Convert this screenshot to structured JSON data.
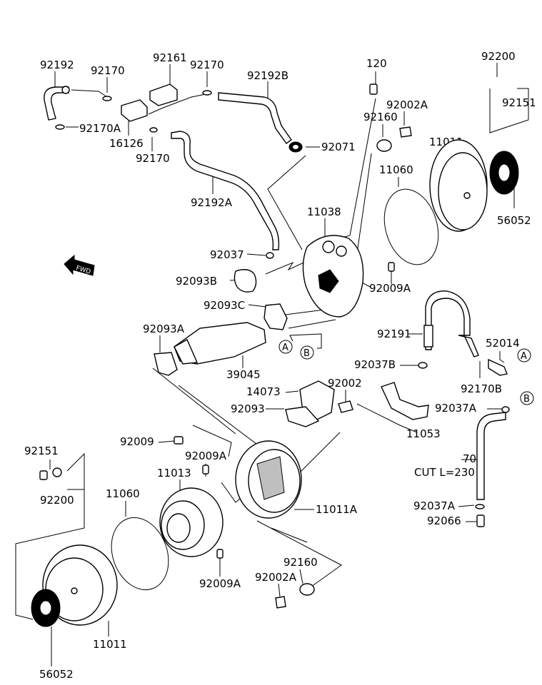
{
  "parts": [
    {
      "text": "92192"
    },
    {
      "text": "92170"
    },
    {
      "text": "92161"
    },
    {
      "text": "92170"
    },
    {
      "text": "92192B"
    },
    {
      "text": "120"
    },
    {
      "text": "92200"
    },
    {
      "text": "92151"
    },
    {
      "text": "92002A"
    },
    {
      "text": "92160"
    },
    {
      "text": "92170A"
    },
    {
      "text": "16126"
    },
    {
      "text": "92170"
    },
    {
      "text": "92071"
    },
    {
      "text": "11011"
    },
    {
      "text": "11060"
    },
    {
      "text": "92192A"
    },
    {
      "text": "11038"
    },
    {
      "text": "56052"
    },
    {
      "text": "92037"
    },
    {
      "text": "92093B"
    },
    {
      "text": "92009A"
    },
    {
      "text": "92093C"
    },
    {
      "text": "92093A"
    },
    {
      "text": "92191"
    },
    {
      "text": "52014"
    },
    {
      "text": "92037B"
    },
    {
      "text": "39045"
    },
    {
      "text": "92170B"
    },
    {
      "text": "92002"
    },
    {
      "text": "14073"
    },
    {
      "text": "92037A"
    },
    {
      "text": "92093"
    },
    {
      "text": "11053"
    },
    {
      "text": "92009"
    },
    {
      "text": "92151"
    },
    {
      "text": "92009A"
    },
    {
      "text": "11013"
    },
    {
      "text": "702"
    },
    {
      "text": "CUT L=230"
    },
    {
      "text": "92200"
    },
    {
      "text": "11060"
    },
    {
      "text": "11011A"
    },
    {
      "text": "92037A"
    },
    {
      "text": "92066"
    },
    {
      "text": "92160"
    },
    {
      "text": "92002A"
    },
    {
      "text": "92009A"
    },
    {
      "text": "11011"
    },
    {
      "text": "56052"
    }
  ],
  "markers": [
    {
      "letter": "A"
    },
    {
      "letter": "B"
    },
    {
      "letter": "A"
    },
    {
      "letter": "B"
    }
  ],
  "fwd_label": "FWD"
}
